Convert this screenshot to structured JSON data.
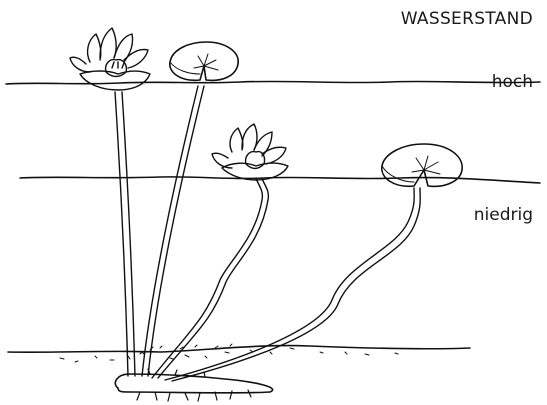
{
  "diagram": {
    "title": "WASSERSTAND",
    "levels": {
      "high": "hoch",
      "low": "niedrig"
    },
    "icons": [
      "water-lily-flower",
      "lily-pad",
      "rhizome",
      "water-surface-line",
      "pond-bottom"
    ]
  }
}
